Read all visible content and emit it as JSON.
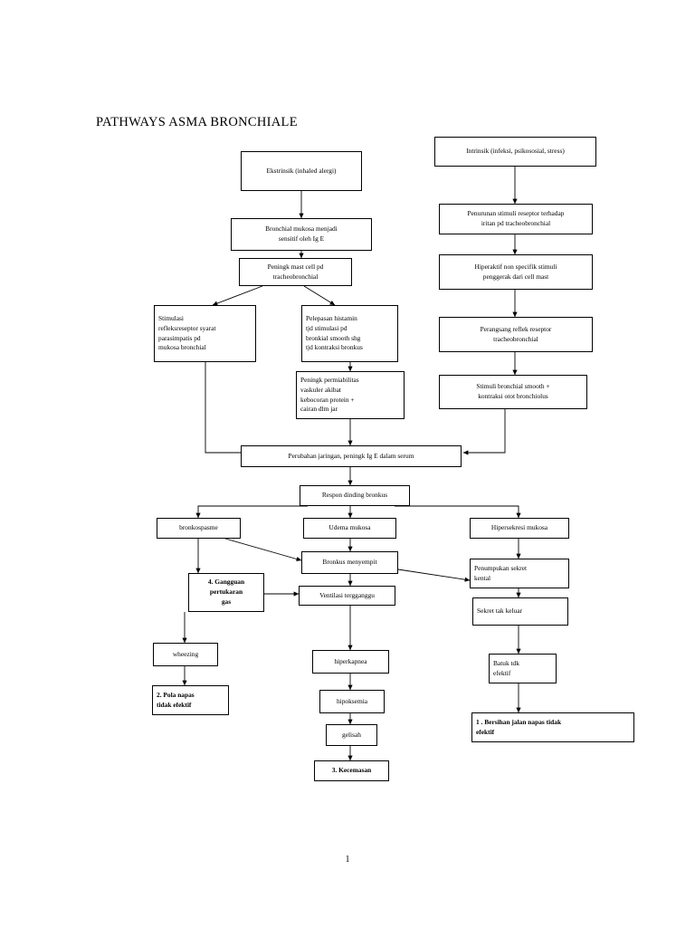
{
  "document": {
    "title": "PATHWAYS ASMA BRONCHIALE",
    "page_number": "1"
  },
  "nodes": {
    "ekstrinsik": "Ekstrinsik (inhaled alergi)",
    "intrinsik": "Intrinsik (infeksi, psikososial, stress)",
    "bronchial_mukosa": "Bronchial mukosa menjadi\nsensitif oleh Ig E",
    "penurunan_stimuli": "Penurunan stimuli reseptor terhadap\niritan pd tracheobronchial",
    "peningk_mast_cell": "Peningk mast cell pd\ntracheobronchial",
    "hiperaktif": "Hiperaktif non specifik stimuli\npenggerak dari cell mast",
    "stimulasi_refleks": "Stimulasi\nrefleksreseptor syarat\nparasimpatis pd\nmukosa bronchial",
    "pelepasan_histamin": "Pelepasan histamin\ntjd stimulasi pd\nbronkial smooth shg\ntjd kontraksi bronkus",
    "perangsang_reflek": "Perangsang reflek reseptor\ntracheobronchial",
    "peningk_permiabilitas": "Peningk permiabilitas\nvaskuler akibat\nkebocoran protein +\ncairan dlm jar",
    "stimuli_bronchial": "Stimuli bronchial smooth +\nkontraksi otot bronchiolus",
    "perubahan_jaringan": "Perubahan jaringan, peningk Ig E dalam serum",
    "respon_dinding": "Respon dinding bronkus",
    "bronkospasme": "bronkospasme",
    "udema_mukosa": "Udema mukosa",
    "hipersekresi": "Hipersekresi mukosa",
    "bronkus_menyempit": "Bronkus menyempit",
    "penumpukan_sekret": "Penumpukan sekret\nkental",
    "gangguan_pertukaran": "4. Gangguan\npertukaran\ngas",
    "ventilasi_terganggu": "Ventilasi tergganggu",
    "sekret_tak_keluar": "Sekret tak keluar",
    "wheezing": "wheezing",
    "hiperkapnea": "hiperkapnea",
    "batuk_tdk_efektif": "Batuk tdk\nefektif",
    "pola_napas": "2. Pola napas\ntidak efektif",
    "hipoksemia": "hipoksemia",
    "bersihan_jalan": "1 .    Bersihan jalan napas tidak\n         efektif",
    "gelisah": "gelisah",
    "kecemasan": "3. Kecemasan"
  }
}
